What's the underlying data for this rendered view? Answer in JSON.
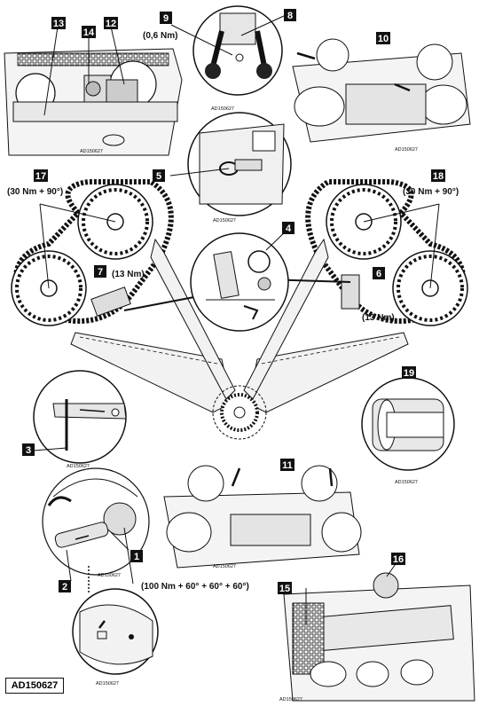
{
  "figure": {
    "footer_ref": "AD150627",
    "panel_ref": "AD150627"
  },
  "callouts": [
    {
      "num": "1"
    },
    {
      "num": "2"
    },
    {
      "num": "3"
    },
    {
      "num": "4"
    },
    {
      "num": "5"
    },
    {
      "num": "6"
    },
    {
      "num": "7"
    },
    {
      "num": "8"
    },
    {
      "num": "9"
    },
    {
      "num": "10"
    },
    {
      "num": "11"
    },
    {
      "num": "12"
    },
    {
      "num": "13"
    },
    {
      "num": "14"
    },
    {
      "num": "15"
    },
    {
      "num": "16"
    },
    {
      "num": "17"
    },
    {
      "num": "18"
    },
    {
      "num": "19"
    }
  ],
  "torques": {
    "t9": "(0,6 Nm)",
    "t17": "(30 Nm + 90°)",
    "t18": "(30 Nm + 90°)",
    "t7": "(13 Nm)",
    "t6": "(13 Nm)",
    "t1": "(100 Nm + 60° + 60° + 60°)"
  }
}
